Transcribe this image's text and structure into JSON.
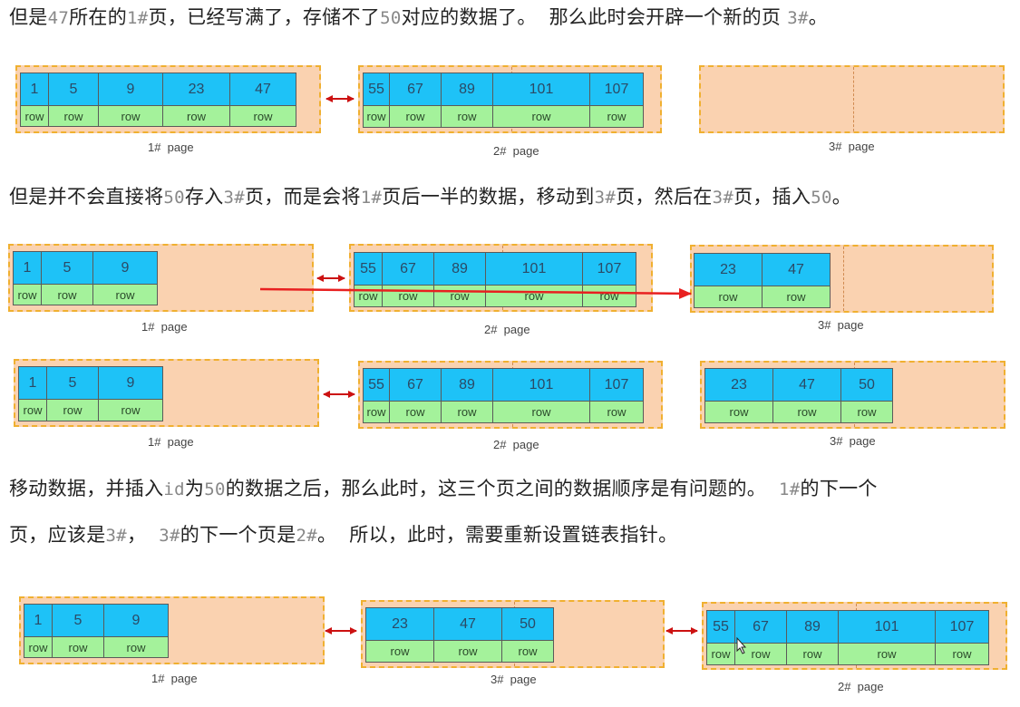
{
  "paragraphs": [
    [
      {
        "t": "但是"
      },
      {
        "t": "47",
        "n": true
      },
      {
        "t": "所在的"
      },
      {
        "t": "1#",
        "n": true
      },
      {
        "t": "页，已经写满了，存储不了"
      },
      {
        "t": "50",
        "n": true
      },
      {
        "t": "对应的数据了。  那么此时会开辟一个新的页 "
      },
      {
        "t": "3#",
        "n": true
      },
      {
        "t": "。"
      }
    ],
    [
      {
        "t": "但是并不会直接将"
      },
      {
        "t": "50",
        "n": true
      },
      {
        "t": "存入"
      },
      {
        "t": "3#",
        "n": true
      },
      {
        "t": "页，而是会将"
      },
      {
        "t": "1#",
        "n": true
      },
      {
        "t": "页后一半的数据，移动到"
      },
      {
        "t": "3#",
        "n": true
      },
      {
        "t": "页，然后在"
      },
      {
        "t": "3#",
        "n": true
      },
      {
        "t": "页，插入"
      },
      {
        "t": "50",
        "n": true
      },
      {
        "t": "。"
      }
    ],
    [
      {
        "t": "移动数据，并插入"
      },
      {
        "t": "id",
        "n": true
      },
      {
        "t": "为"
      },
      {
        "t": "50",
        "n": true
      },
      {
        "t": "的数据之后，那么此时，这三个页之间的数据顺序是有问题的。  "
      },
      {
        "t": "1#",
        "n": true
      },
      {
        "t": "的下一个"
      }
    ],
    [
      {
        "t": "页，应该是"
      },
      {
        "t": "3#",
        "n": true
      },
      {
        "t": "，  "
      },
      {
        "t": "3#",
        "n": true
      },
      {
        "t": "的下一个页是"
      },
      {
        "t": "2#",
        "n": true
      },
      {
        "t": "。  所以，此时，需要重新设置链表指针。"
      }
    ]
  ],
  "diagrams": [
    {
      "pages": [
        {
          "label": "1#  page",
          "keys": [
            "1",
            "5",
            "9",
            "23",
            "47"
          ],
          "values": [
            "row",
            "row",
            "row",
            "row",
            "row"
          ]
        },
        {
          "label": "2#  page",
          "keys": [
            "55",
            "67",
            "89",
            "101",
            "107"
          ],
          "values": [
            "row",
            "row",
            "row",
            "row",
            "row"
          ]
        },
        {
          "label": "3#  page",
          "keys": [],
          "values": []
        }
      ]
    },
    {
      "pages": [
        {
          "label": "1#  page",
          "keys": [
            "1",
            "5",
            "9"
          ],
          "values": [
            "row",
            "row",
            "row"
          ]
        },
        {
          "label": "2#  page",
          "keys": [
            "55",
            "67",
            "89",
            "101",
            "107"
          ],
          "values": [
            "row",
            "row",
            "row",
            "row",
            "row"
          ]
        },
        {
          "label": "3#  page",
          "keys": [
            "23",
            "47"
          ],
          "values": [
            "row",
            "row"
          ]
        }
      ]
    },
    {
      "pages": [
        {
          "label": "1#  page",
          "keys": [
            "1",
            "5",
            "9"
          ],
          "values": [
            "row",
            "row",
            "row"
          ]
        },
        {
          "label": "2#  page",
          "keys": [
            "55",
            "67",
            "89",
            "101",
            "107"
          ],
          "values": [
            "row",
            "row",
            "row",
            "row",
            "row"
          ]
        },
        {
          "label": "3#  page",
          "keys": [
            "23",
            "47",
            "50"
          ],
          "values": [
            "row",
            "row",
            "row"
          ]
        }
      ]
    },
    {
      "pages": [
        {
          "label": "1#  page",
          "keys": [
            "1",
            "5",
            "9"
          ],
          "values": [
            "row",
            "row",
            "row"
          ]
        },
        {
          "label": "3#  page",
          "keys": [
            "23",
            "47",
            "50"
          ],
          "values": [
            "row",
            "row",
            "row"
          ]
        },
        {
          "label": "2#  page",
          "keys": [
            "55",
            "67",
            "89",
            "101",
            "107"
          ],
          "values": [
            "row",
            "row",
            "row",
            "row",
            "row"
          ]
        }
      ]
    }
  ],
  "colors": {
    "page_fill": "#fad2b0",
    "page_border": "#f0b030",
    "key_cell": "#1ec2f7",
    "value_cell": "#a4f29b",
    "link_arrow": "#cc1111",
    "move_arrow": "#e82020"
  },
  "icons": {
    "link": "double-headed-arrow-icon",
    "move": "right-arrow-icon",
    "cursor": "mouse-cursor-icon"
  }
}
